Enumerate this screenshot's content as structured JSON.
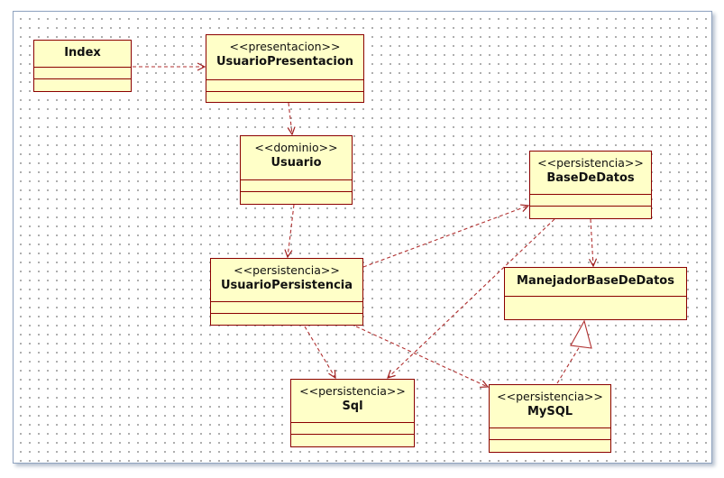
{
  "diagram": {
    "classes": {
      "index": {
        "stereotype": "",
        "name": "Index"
      },
      "usuario_presentacion": {
        "stereotype": "<<presentacion>>",
        "name": "UsuarioPresentacion"
      },
      "usuario": {
        "stereotype": "<<dominio>>",
        "name": "Usuario"
      },
      "usuario_persistencia": {
        "stereotype": "<<persistencia>>",
        "name": "UsuarioPersistencia"
      },
      "base_de_datos": {
        "stereotype": "<<persistencia>>",
        "name": "BaseDeDatos"
      },
      "manejador_base_de_datos": {
        "stereotype": "",
        "name": "ManejadorBaseDeDatos"
      },
      "sql": {
        "stereotype": "<<persistencia>>",
        "name": "Sql"
      },
      "mysql": {
        "stereotype": "<<persistencia>>",
        "name": "MySQL"
      }
    },
    "relations": [
      {
        "type": "dependency",
        "from": "Index",
        "to": "UsuarioPresentacion"
      },
      {
        "type": "dependency",
        "from": "UsuarioPresentacion",
        "to": "Usuario"
      },
      {
        "type": "dependency",
        "from": "Usuario",
        "to": "UsuarioPersistencia"
      },
      {
        "type": "dependency",
        "from": "UsuarioPersistencia",
        "to": "BaseDeDatos"
      },
      {
        "type": "dependency",
        "from": "UsuarioPersistencia",
        "to": "Sql"
      },
      {
        "type": "dependency",
        "from": "UsuarioPersistencia",
        "to": "MySQL"
      },
      {
        "type": "dependency",
        "from": "BaseDeDatos",
        "to": "ManejadorBaseDeDatos"
      },
      {
        "type": "dependency",
        "from": "BaseDeDatos",
        "to": "Sql"
      },
      {
        "type": "generalization",
        "from": "MySQL",
        "to": "ManejadorBaseDeDatos"
      }
    ],
    "colors": {
      "class_fill": "#ffffc8",
      "class_border": "#8b0000",
      "edge": "#b03030"
    }
  }
}
